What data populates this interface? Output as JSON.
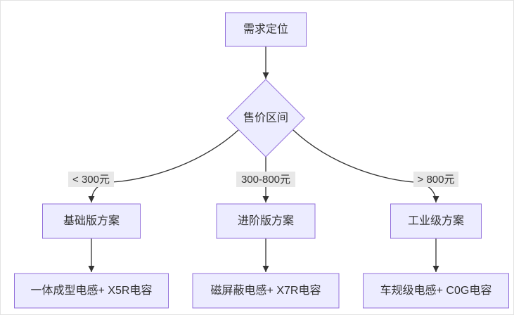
{
  "diagram": {
    "type": "flowchart",
    "direction": "top-down",
    "nodes": [
      {
        "id": "start",
        "shape": "rect",
        "label": "需求定位"
      },
      {
        "id": "decision",
        "shape": "diamond",
        "label": "售价区间"
      },
      {
        "id": "basic",
        "shape": "rect",
        "label": "基础版方案"
      },
      {
        "id": "advanced",
        "shape": "rect",
        "label": "进阶版方案"
      },
      {
        "id": "industrial",
        "shape": "rect",
        "label": "工业级方案"
      },
      {
        "id": "basic-detail",
        "shape": "rect",
        "label": "一体成型电感+ X5R电容"
      },
      {
        "id": "advanced-detail",
        "shape": "rect",
        "label": "磁屏蔽电感+ X7R电容"
      },
      {
        "id": "industrial-detail",
        "shape": "rect",
        "label": "车规级电感+ C0G电容"
      }
    ],
    "edges": [
      {
        "from": "start",
        "to": "decision",
        "label": ""
      },
      {
        "from": "decision",
        "to": "basic",
        "label": "< 300元"
      },
      {
        "from": "decision",
        "to": "advanced",
        "label": "300-800元"
      },
      {
        "from": "decision",
        "to": "industrial",
        "label": "> 800元"
      },
      {
        "from": "basic",
        "to": "basic-detail",
        "label": ""
      },
      {
        "from": "advanced",
        "to": "advanced-detail",
        "label": ""
      },
      {
        "from": "industrial",
        "to": "industrial-detail",
        "label": ""
      }
    ],
    "colors": {
      "node_fill": "#ECECFF",
      "node_border": "#9370DB",
      "edge_line": "#333333",
      "edge_label_bg": "#e8e8e8",
      "text": "#333333"
    }
  }
}
